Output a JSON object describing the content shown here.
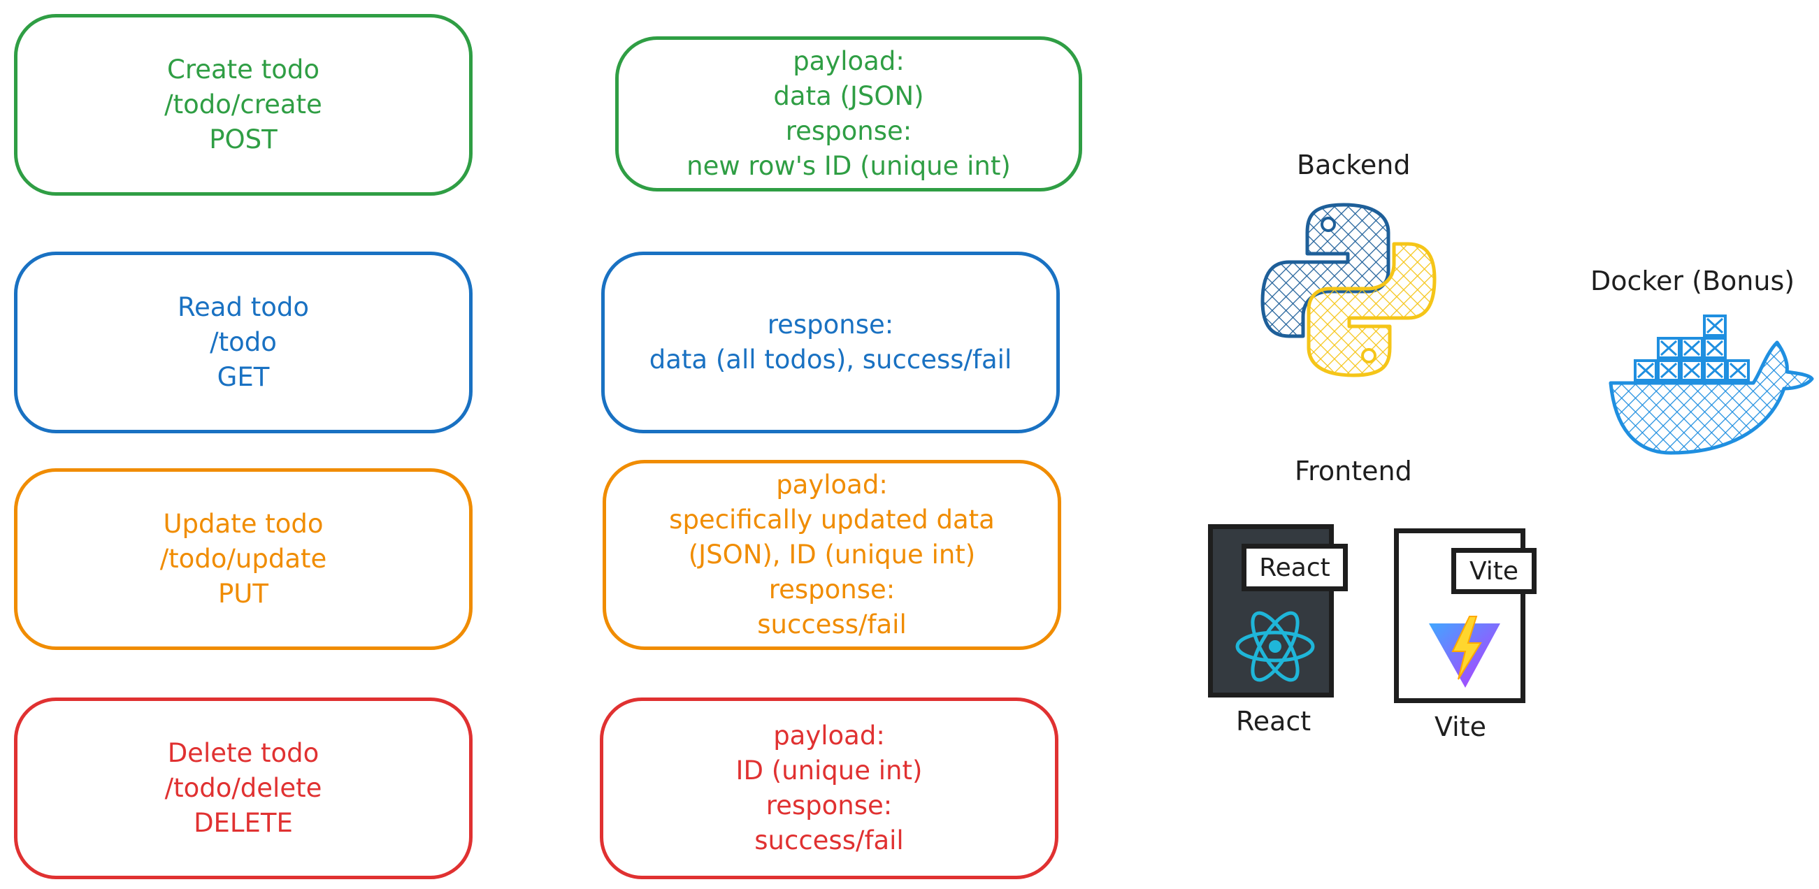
{
  "endpoints": [
    {
      "action": "Create todo",
      "path": "/todo/create",
      "method": "POST",
      "details": [
        "payload:",
        "data (JSON)",
        "response:",
        "new row's ID (unique int)"
      ],
      "color": "#2f9e44"
    },
    {
      "action": "Read todo",
      "path": "/todo",
      "method": "GET",
      "details": [
        "response:",
        "data (all todos), success/fail"
      ],
      "color": "#1971c2"
    },
    {
      "action": "Update todo",
      "path": "/todo/update",
      "method": "PUT",
      "details": [
        "payload:",
        "specifically updated data",
        "(JSON), ID (unique int)",
        "response:",
        "success/fail"
      ],
      "color": "#f08c00"
    },
    {
      "action": "Delete todo",
      "path": "/todo/delete",
      "method": "DELETE",
      "details": [
        "payload:",
        "ID (unique int)",
        "response:",
        "success/fail"
      ],
      "color": "#e03131"
    }
  ],
  "backend": {
    "label": "Backend",
    "icon": "python-icon"
  },
  "docker": {
    "label": "Docker (Bonus)",
    "icon": "docker-whale-icon"
  },
  "frontend": {
    "label": "Frontend",
    "react": {
      "tag": "React",
      "caption": "React",
      "icon": "react-atom-icon"
    },
    "vite": {
      "tag": "Vite",
      "caption": "Vite",
      "icon": "vite-bolt-icon"
    }
  }
}
